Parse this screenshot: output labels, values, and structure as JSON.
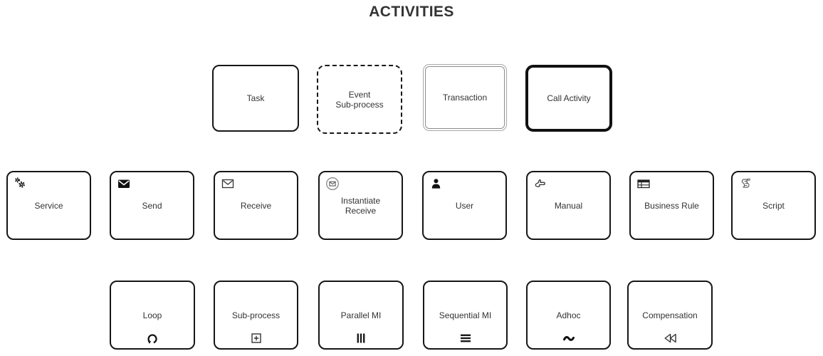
{
  "title": "ACTIVITIES",
  "colors": {
    "border": "#161616",
    "thick_border": "#111111",
    "double_border_outer": "#a8a8a8",
    "double_border_inner": "#8c8c8c",
    "text": "#333333",
    "icon_dark": "#111111",
    "icon_gray": "#666666",
    "background": "#ffffff"
  },
  "nodes": {
    "task": {
      "label": "Task",
      "style": "solid-border"
    },
    "event_subprocess": {
      "label": "Event\nSub-process",
      "style": "dashed-border"
    },
    "transaction": {
      "label": "Transaction",
      "style": "double-border"
    },
    "call_activity": {
      "label": "Call Activity",
      "style": "thick-border"
    },
    "service": {
      "label": "Service",
      "icon": "gears-icon"
    },
    "send": {
      "label": "Send",
      "icon": "envelope-filled-icon"
    },
    "receive": {
      "label": "Receive",
      "icon": "envelope-outline-icon"
    },
    "instantiate_receive": {
      "label": "Instantiate\nReceive",
      "icon": "envelope-in-circle-icon"
    },
    "user": {
      "label": "User",
      "icon": "person-icon"
    },
    "manual": {
      "label": "Manual",
      "icon": "hand-icon"
    },
    "business_rule": {
      "label": "Business Rule",
      "icon": "table-icon"
    },
    "script": {
      "label": "Script",
      "icon": "scroll-icon"
    },
    "loop": {
      "label": "Loop",
      "icon": "loop-arrow-icon"
    },
    "subprocess": {
      "label": "Sub-process",
      "icon": "boxed-plus-icon"
    },
    "parallel_mi": {
      "label": "Parallel MI",
      "icon": "vertical-bars-icon"
    },
    "sequential_mi": {
      "label": "Sequential MI",
      "icon": "horizontal-bars-icon"
    },
    "adhoc": {
      "label": "Adhoc",
      "icon": "tilde-icon"
    },
    "compensation": {
      "label": "Compensation",
      "icon": "rewind-triangles-icon"
    }
  }
}
